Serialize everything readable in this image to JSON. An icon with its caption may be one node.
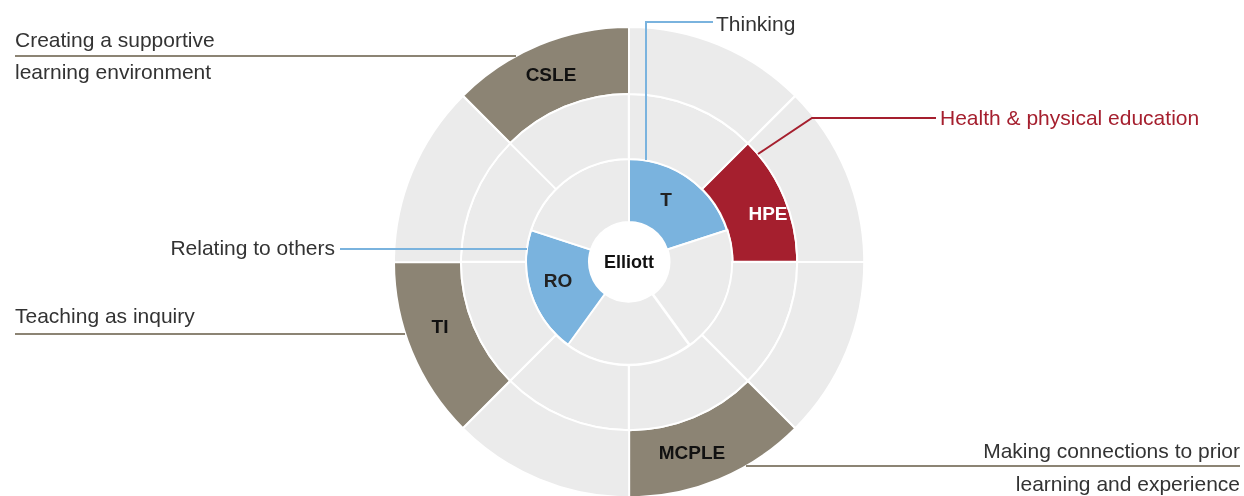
{
  "diagram": {
    "nodes": [
      {
        "text": [
          "Creating a supportive learning environment"
        ]
      },
      {
        "text": [
          "Thinking"
        ]
      },
      {
        "text": [
          "CSLE"
        ]
      },
      {
        "text": [
          "Health & physical education"
        ]
      },
      {
        "text": [
          "T"
        ]
      },
      {
        "text": [
          "HPE"
        ]
      },
      {
        "text": [
          "Relating to others"
        ]
      },
      {
        "text": [
          "Elliott"
        ]
      },
      {
        "text": [
          "RO"
        ]
      },
      {
        "text": [
          "Teaching as inquiry"
        ]
      },
      {
        "text": [
          "TI"
        ]
      },
      {
        "text": [
          "MCPLE"
        ]
      },
      {
        "text": [
          "Making connections to prior learning and experience"
        ]
      },
      {
        "text": [],
        "shape": "segment"
      },
      {
        "text": [],
        "shape": "segment"
      },
      {
        "text": [],
        "shape": "segment"
      },
      {
        "text": [],
        "shape": "segment"
      },
      {
        "text": [],
        "shape": "segment"
      },
      {
        "text": [],
        "shape": "segment"
      },
      {
        "text": [],
        "shape": "segment"
      },
      {
        "text": [],
        "shape": "segment"
      },
      {
        "text": [],
        "shape": "segment"
      },
      {
        "text": [],
        "shape": "segment"
      },
      {
        "text": [],
        "shape": "segment"
      },
      {
        "text": [],
        "shape": "segment"
      },
      {
        "text": [],
        "shape": "segment"
      },
      {
        "text": [],
        "shape": "segment"
      },
      {
        "text": [],
        "shape": "segment"
      }
    ],
    "edges": [
      {
        "from": 0,
        "to": 2,
        "arrow": "none"
      },
      {
        "from": 1,
        "to": 4,
        "arrow": "none",
        "color": "#7ab3de"
      },
      {
        "from": 3,
        "to": 5,
        "arrow": "none",
        "color": "#a51f2e"
      },
      {
        "from": 6,
        "to": 8,
        "arrow": "none",
        "color": "#7ab3de"
      },
      {
        "from": 9,
        "to": 10,
        "arrow": "none"
      },
      {
        "from": 12,
        "to": 11,
        "arrow": "none"
      }
    ]
  }
}
